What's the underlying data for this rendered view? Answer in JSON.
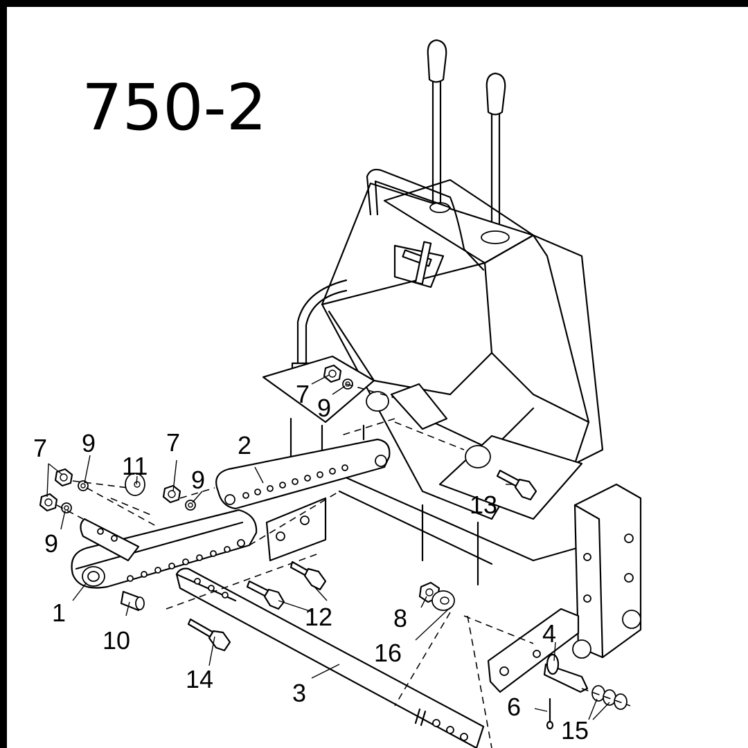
{
  "title": "750-2",
  "labels": [
    "7",
    "9",
    "2",
    "11",
    "7",
    "9",
    "7",
    "9",
    "13",
    "1",
    "10",
    "12",
    "8",
    "16",
    "4",
    "14",
    "3",
    "6",
    "15"
  ]
}
